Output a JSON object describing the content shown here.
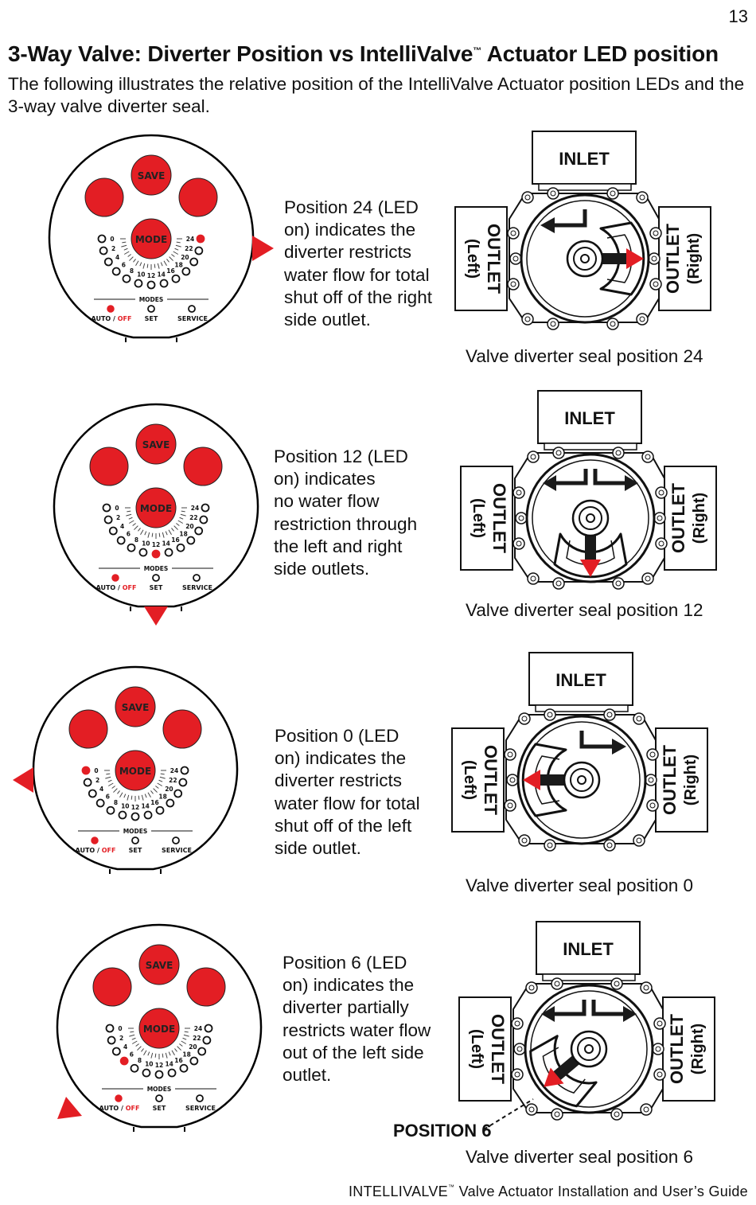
{
  "page_number": "13",
  "title": "3-Way Valve: Diverter Position vs IntelliValve",
  "title_tm": "™",
  "title_tail": " Actuator LED position",
  "intro": "The following illustrates the relative position of the IntelliValve Actuator position LEDs and the 3-way valve diverter seal.",
  "controller": {
    "save_label": "SAVE",
    "mode_label": "MODE",
    "modes_label": "MODES",
    "auto_label": "AUTO /",
    "off_label": "OFF",
    "set_label": "SET",
    "service_label": "SERVICE",
    "led_labels": [
      "0",
      "2",
      "4",
      "6",
      "8",
      "10",
      "12",
      "14",
      "16",
      "18",
      "20",
      "22",
      "24"
    ]
  },
  "valve": {
    "inlet_label": "INLET",
    "outlet_label": "OUTLET",
    "left_label": "(Left)",
    "right_label": "(Right)"
  },
  "colors": {
    "red": "#e31e24",
    "dark": "#1a1a1a"
  },
  "panels": [
    {
      "position": 24,
      "description": "Position 24 (LED\non) indicates the\ndiverter restricts\nwater flow for total\nshut off of the right\nside outlet.",
      "caption": "Valve diverter seal position 24",
      "arrow_icon": "arrow-right-icon"
    },
    {
      "position": 12,
      "description": "Position 12 (LED\non) indicates\nno water flow\nrestriction through\nthe left and right\nside outlets.",
      "caption": "Valve diverter seal position 12",
      "arrow_icon": "arrow-down-icon"
    },
    {
      "position": 0,
      "description": "Position 0 (LED\non) indicates the\ndiverter restricts\nwater flow for total\nshut off of the left\nside outlet.",
      "caption": "Valve diverter seal position 0",
      "arrow_icon": "arrow-left-icon"
    },
    {
      "position": 6,
      "description": "Position 6 (LED\non) indicates the\ndiverter partially\nrestricts water flow\nout of the left side\noutlet.",
      "caption": "Valve diverter seal position 6",
      "arrow_icon": "arrow-down-left-icon"
    }
  ],
  "position6_callout": "POSITION 6",
  "footer": "INTELLIVALVE",
  "footer_tm": "™",
  "footer_tail": " Valve Actuator Installation and User’s Guide"
}
